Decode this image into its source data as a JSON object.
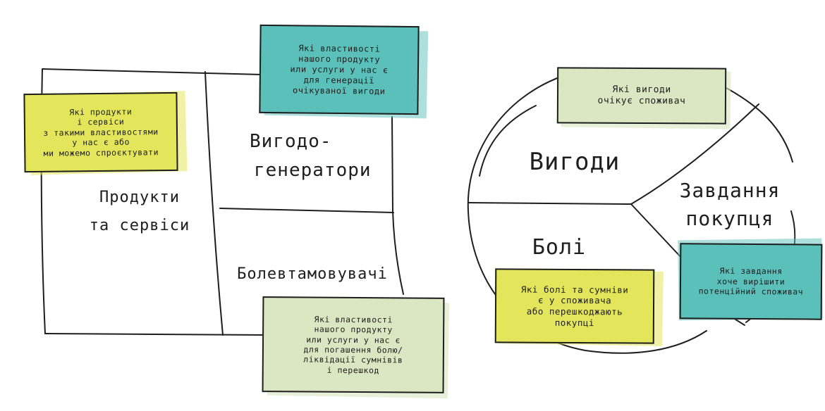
{
  "colors": {
    "ink": "#1e1e1e",
    "yellow": "#e3e55a",
    "teal": "#5bbfba",
    "sage": "#dbe6c2"
  },
  "value_map": {
    "products_label": [
      "Продукти",
      "та сервіси"
    ],
    "gain_creators_label": [
      "Вигодо-",
      "генератори"
    ],
    "pain_relievers_label": "Болевтамовувачі",
    "products_note": [
      "Які продукти",
      "і сервіси",
      "з такими властивостями",
      "у нас є або",
      "ми можемо спроєктувати"
    ],
    "gain_creators_note": [
      "Які властивості",
      "нашого продукту",
      "или услуги у нас є",
      "для генерації",
      "очікуваної вигоди"
    ],
    "pain_relievers_note": [
      "Які властивості",
      "нашого продукту",
      "или услуги у нас є",
      "для погашення болю/",
      "ліквідації сумнівів",
      "і перешкод"
    ]
  },
  "customer_profile": {
    "gains_label": "Вигоди",
    "pains_label": "Болі",
    "jobs_label": [
      "Завдання",
      "покупця"
    ],
    "gains_note": [
      "Які вигоди",
      "очікує споживач"
    ],
    "pains_note": [
      "Які болі та сумніви",
      "є у споживача",
      "або перешкоджають",
      "покупці"
    ],
    "jobs_note": [
      "Які завдання",
      "хоче вирішити",
      "потенційний споживач"
    ]
  }
}
